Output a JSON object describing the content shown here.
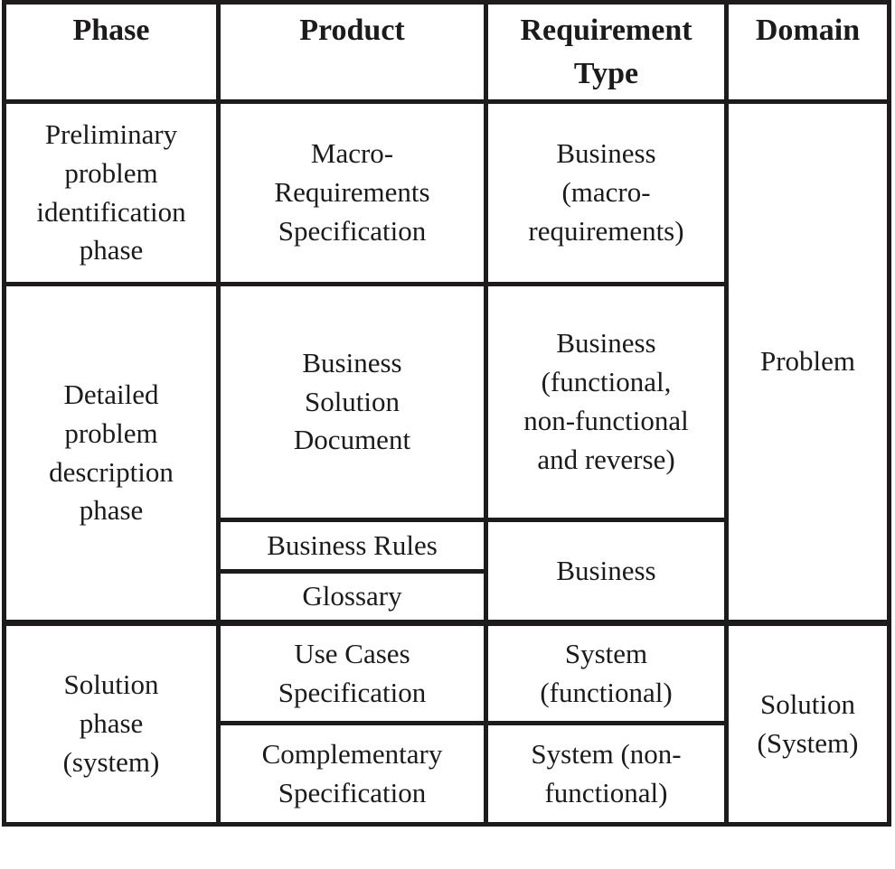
{
  "table": {
    "headers": {
      "phase": "Phase",
      "product": "Product",
      "requirement_type": "Requirement\nType",
      "domain": "Domain"
    },
    "cells": {
      "preliminary_phase": "Preliminary\nproblem\nidentification\nphase",
      "macro_requirements_specification": "Macro-\nRequirements\nSpecification",
      "business_macro_requirements": "Business\n(macro-\nrequirements)",
      "problem_domain": "Problem",
      "detailed_phase": "Detailed\nproblem\ndescription\nphase",
      "business_solution_document": "Business\nSolution\nDocument",
      "business_functional": "Business\n(functional,\nnon-functional\nand reverse)",
      "business_rules": "Business Rules",
      "glossary": "Glossary",
      "business": "Business",
      "solution_phase": "Solution\nphase\n(system)",
      "use_cases_specification": "Use Cases\nSpecification",
      "system_functional": "System\n(functional)",
      "complementary_specification": "Complementary\nSpecification",
      "system_non_functional": "System (non-\nfunctional)",
      "solution_system": "Solution\n(System)"
    }
  },
  "colors": {
    "border": "#1d1b1c",
    "text": "#1c1a1b",
    "background": "#ffffff"
  },
  "chart_data": {
    "type": "table",
    "columns": [
      "Phase",
      "Product",
      "Requirement Type",
      "Domain"
    ],
    "rows": [
      [
        "Preliminary problem identification phase",
        "Macro-Requirements Specification",
        "Business (macro-requirements)",
        "Problem"
      ],
      [
        "Detailed problem description phase",
        "Business Solution Document",
        "Business (functional, non-functional and reverse)",
        "Problem"
      ],
      [
        "Detailed problem description phase",
        "Business Rules",
        "Business",
        "Problem"
      ],
      [
        "Detailed problem description phase",
        "Glossary",
        "Business",
        "Problem"
      ],
      [
        "Solution phase (system)",
        "Use Cases Specification",
        "System (functional)",
        "Solution (System)"
      ],
      [
        "Solution phase (system)",
        "Complementary Specification",
        "System (non-functional)",
        "Solution (System)"
      ]
    ]
  }
}
